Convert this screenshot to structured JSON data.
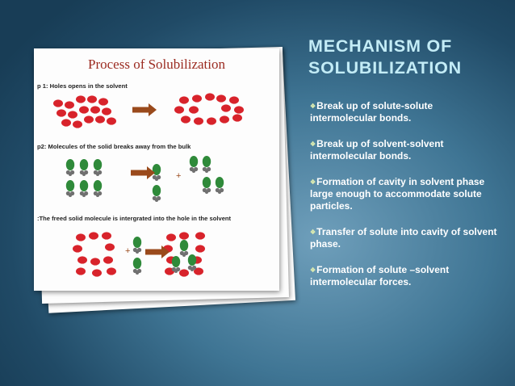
{
  "slide": {
    "title_lines": [
      "MECHANISM OF",
      "SOLUBILIZATION"
    ],
    "bullet_icon": "diamond-bullet-icon",
    "bullets": [
      "Break up of solute-solute intermolecular bonds.",
      "Break up of solvent-solvent intermolecular bonds.",
      "Formation of cavity in solvent phase large enough  to accommodate solute particles.",
      "Transfer of solute  into cavity of solvent phase.",
      "Formation of solute –solvent intermolecular forces."
    ]
  },
  "figure": {
    "title": "Process of Solubilization",
    "steps": [
      "p 1: Holes opens in the solvent",
      "p2: Molecules of the solid breaks away from the bulk",
      ":The freed solid molecule is intergrated into the hole in the solvent"
    ],
    "plus_sign": "+",
    "colors": {
      "solvent": "#d8232b",
      "solute_green": "#2f8a3a",
      "solute_gray": "#707070",
      "arrow": "#9a4a1c",
      "title": "#9b2a20",
      "heading": "#c3ecf6"
    }
  }
}
